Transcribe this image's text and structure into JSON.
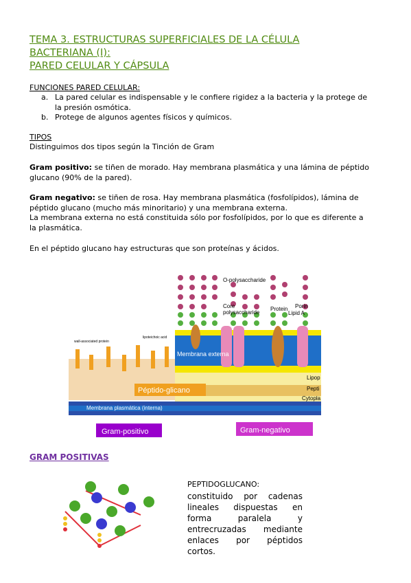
{
  "title": {
    "line1": "TEMA 3. ESTRUCTURAS SUPERFICIALES DE LA CÉLULA ",
    "line2": "BACTERIANA (I):",
    "line3": "PARED CELULAR Y CÁPSULA"
  },
  "funciones": {
    "heading": "FUNCIONES PARED CELULAR:",
    "items": [
      {
        "marker": "a.",
        "line1": "La pared celular es indispensable y le confiere rigidez a la bacteria y la protege de",
        "line2": "la presión osmótica."
      },
      {
        "marker": "b.",
        "line1": "Protege de algunos agentes físicos y químicos.",
        "line2": ""
      }
    ]
  },
  "tipos": {
    "heading": "TIPOS",
    "intro": "Distinguimos dos tipos según la Tinción de Gram",
    "gram_pos_label": "Gram positivo:",
    "gram_pos_line1": " se tiñen de morado. Hay membrana plasmática y una lámina de péptido",
    "gram_pos_line2": "glucano (90% de la pared).",
    "gram_neg_label": "Gram negativo:",
    "gram_neg_line1": " se tiñen de rosa. Hay membrana plasmática (fosfolípidos), lámina de",
    "gram_neg_line2": "péptido glucano (mucho más minoritario) y una membrana externa.",
    "externa_line1": "La membrana externa no está constituida sólo por fosfolípidos, por lo que es diferente a",
    "externa_line2": "la plasmática.",
    "peptido_note": "En el péptido glucano hay estructuras que son proteínas y ácidos."
  },
  "figure": {
    "o_poly": "O-polysaccharide",
    "core_poly_1": "Core",
    "core_poly_2": "polysaccharide",
    "protein": "Protein",
    "lipid_a": "Lipid A",
    "porin": "Porin",
    "wall_teichoic": "wall-associated protein",
    "lipoteichoic": "lipoteichoic acid",
    "membrana_externa": "Membrana externa",
    "lipo": "Lipop",
    "pepti": "Pepti",
    "cytopl": "Cytopla",
    "peptido_glicano": "Péptido-glicano",
    "membrana_plasmatica": "Membrana plasmática (interna)",
    "gram_positivo": "Gram-positivo",
    "gram_negativo": "Gram-negativo",
    "colors": {
      "purple": "#9900cc",
      "magenta": "#cc33cc",
      "orange": "#f0a020",
      "blue": "#1f6fc8",
      "yellow": "#f5e600"
    }
  },
  "gram_positivas": {
    "heading": "GRAM POSITIVAS",
    "pg_title": "PEPTIDOGLUCANO:",
    "pg_desc": "constituido por cadenas lineales dispuestas en forma paralela y entrecruzadas mediante enlaces por péptidos cortos."
  }
}
